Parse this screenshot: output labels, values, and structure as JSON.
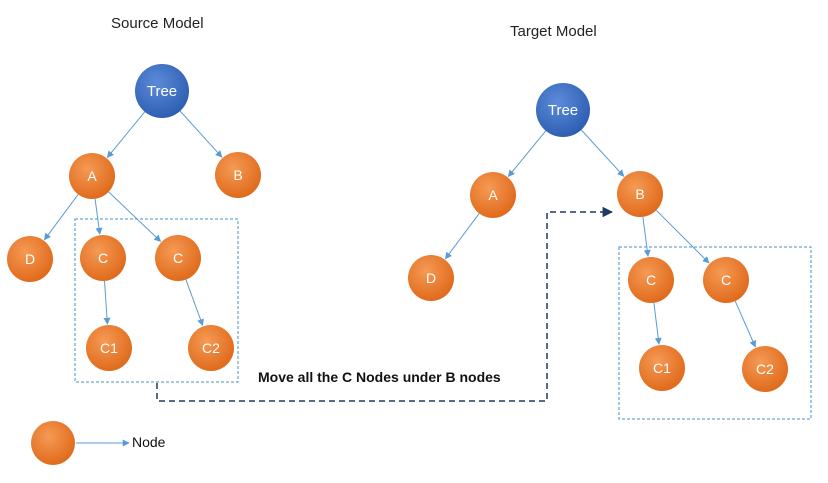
{
  "source_model": {
    "title": "Source Model",
    "nodes": [
      {
        "id": "s-tree",
        "label": "Tree",
        "kind": "root"
      },
      {
        "id": "s-a",
        "label": "A",
        "kind": "node"
      },
      {
        "id": "s-b",
        "label": "B",
        "kind": "node"
      },
      {
        "id": "s-d",
        "label": "D",
        "kind": "node"
      },
      {
        "id": "s-c1",
        "label": "C",
        "kind": "node"
      },
      {
        "id": "s-c2",
        "label": "C",
        "kind": "node"
      },
      {
        "id": "s-c1c",
        "label": "C1",
        "kind": "node"
      },
      {
        "id": "s-c2c",
        "label": "C2",
        "kind": "node"
      }
    ],
    "edges": [
      [
        "s-tree",
        "s-a"
      ],
      [
        "s-tree",
        "s-b"
      ],
      [
        "s-a",
        "s-d"
      ],
      [
        "s-a",
        "s-c1"
      ],
      [
        "s-a",
        "s-c2"
      ],
      [
        "s-c1",
        "s-c1c"
      ],
      [
        "s-c2",
        "s-c2c"
      ]
    ]
  },
  "target_model": {
    "title": "Target Model",
    "nodes": [
      {
        "id": "t-tree",
        "label": "Tree",
        "kind": "root"
      },
      {
        "id": "t-a",
        "label": "A",
        "kind": "node"
      },
      {
        "id": "t-b",
        "label": "B",
        "kind": "node"
      },
      {
        "id": "t-d",
        "label": "D",
        "kind": "node"
      },
      {
        "id": "t-c1",
        "label": "C",
        "kind": "node"
      },
      {
        "id": "t-c2",
        "label": "C",
        "kind": "node"
      },
      {
        "id": "t-c1c",
        "label": "C1",
        "kind": "node"
      },
      {
        "id": "t-c2c",
        "label": "C2",
        "kind": "node"
      }
    ],
    "edges": [
      [
        "t-tree",
        "t-a"
      ],
      [
        "t-tree",
        "t-b"
      ],
      [
        "t-a",
        "t-d"
      ],
      [
        "t-b",
        "t-c1"
      ],
      [
        "t-b",
        "t-c2"
      ],
      [
        "t-c1",
        "t-c1c"
      ],
      [
        "t-c2",
        "t-c2c"
      ]
    ]
  },
  "move_caption": "Move all the C Nodes under B nodes",
  "legend": {
    "label": "Node"
  },
  "colors": {
    "root_fill": "#4472c4",
    "node_fill": "#ed7d31",
    "edge": "#5b9bd5",
    "dashed_arrow": "#1f3864",
    "selection_box": "#4a90c2",
    "label_text": "#ffffff"
  }
}
